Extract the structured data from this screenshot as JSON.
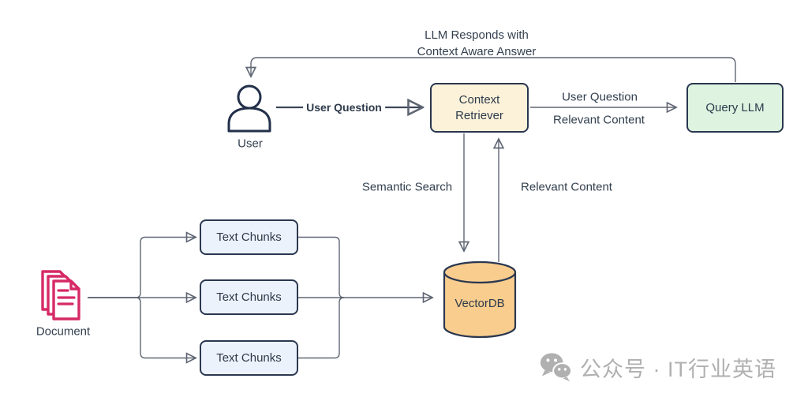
{
  "diagram": {
    "feedback_label_lines": [
      "LLM Responds with",
      "Context Aware Answer"
    ],
    "nodes": {
      "user": {
        "label": "User"
      },
      "context_retriever": {
        "label_lines": [
          "Context",
          "Retriever"
        ]
      },
      "query_llm": {
        "label": "Query LLM"
      },
      "vectordb": {
        "label": "VectorDB"
      },
      "document": {
        "label": "Document"
      },
      "text_chunks": [
        {
          "label": "Text Chunks"
        },
        {
          "label": "Text Chunks"
        },
        {
          "label": "Text Chunks"
        }
      ]
    },
    "edge_labels": {
      "user_to_retriever": "User Question",
      "retriever_to_llm_top": "User Question",
      "retriever_to_llm_bottom": "Relevant Content",
      "retriever_to_vectordb": "Semantic Search",
      "vectordb_to_retriever": "Relevant Content"
    },
    "colors": {
      "retriever_fill": "#fcf2da",
      "query_llm_fill": "#def3e0",
      "vectordb_fill": "#f8cd8e",
      "text_chunks_fill": "#ecf2fb",
      "document_accent": "#d62a66",
      "node_border": "#2a3750",
      "edge_stroke": "#5f6673",
      "arrowhead": "#2c3850",
      "text": "#33404f"
    }
  },
  "watermark": {
    "icon": "wechat-icon",
    "text": "公众号 · IT行业英语",
    "color": "#b0b0b0"
  }
}
